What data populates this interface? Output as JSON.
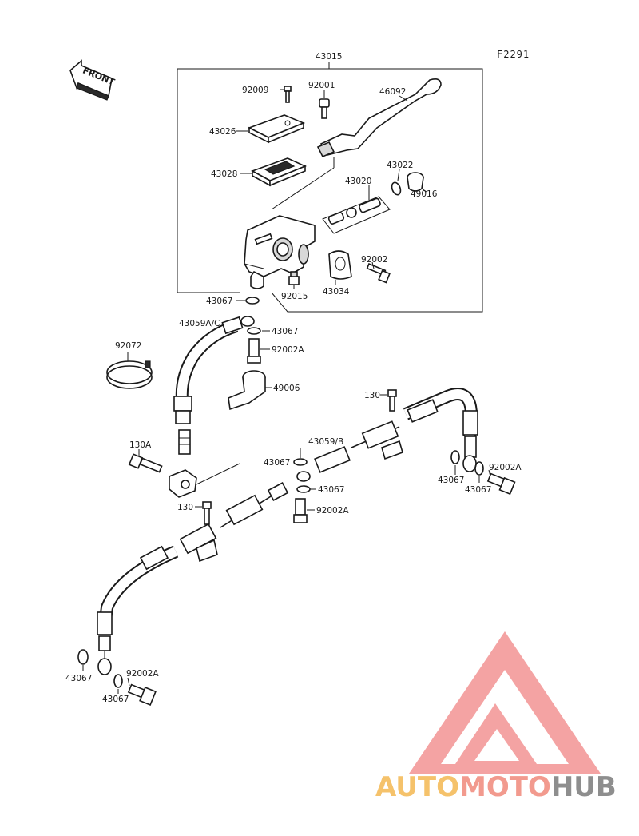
{
  "diagram": {
    "figure_code": "F2291",
    "front_label": "FRONT",
    "assembly_label": "43015",
    "callouts": {
      "c92009": "92009",
      "c92001": "92001",
      "c46092": "46092",
      "c43026": "43026",
      "c43028": "43028",
      "c43022": "43022",
      "c43020": "43020",
      "c49016": "49016",
      "c92002": "92002",
      "c43034": "43034",
      "c92015": "92015",
      "c43067_a": "43067",
      "c43059ac": "43059A/C",
      "c43067_b": "43067",
      "c92002a_a": "92002A",
      "c92072": "92072",
      "c49006": "49006",
      "c130_a": "130",
      "c130a": "130A",
      "c43059b": "43059/B",
      "c43067_c": "43067",
      "c43067_d": "43067",
      "c130_b": "130",
      "c92002a_b": "92002A",
      "c43067_e": "43067",
      "c92002a_c": "92002A",
      "c43067_f": "43067",
      "c43067_g": "43067",
      "c92002a_d": "92002A",
      "c43067_h": "43067"
    }
  },
  "watermark": {
    "part1": "AUTO",
    "part2": "MOTO",
    "part3": "HUB",
    "colors": {
      "triangle": "#f4a3a3",
      "auto": "#f5c26b",
      "moto": "#f29a8e",
      "hub": "#8e8e8e"
    }
  }
}
